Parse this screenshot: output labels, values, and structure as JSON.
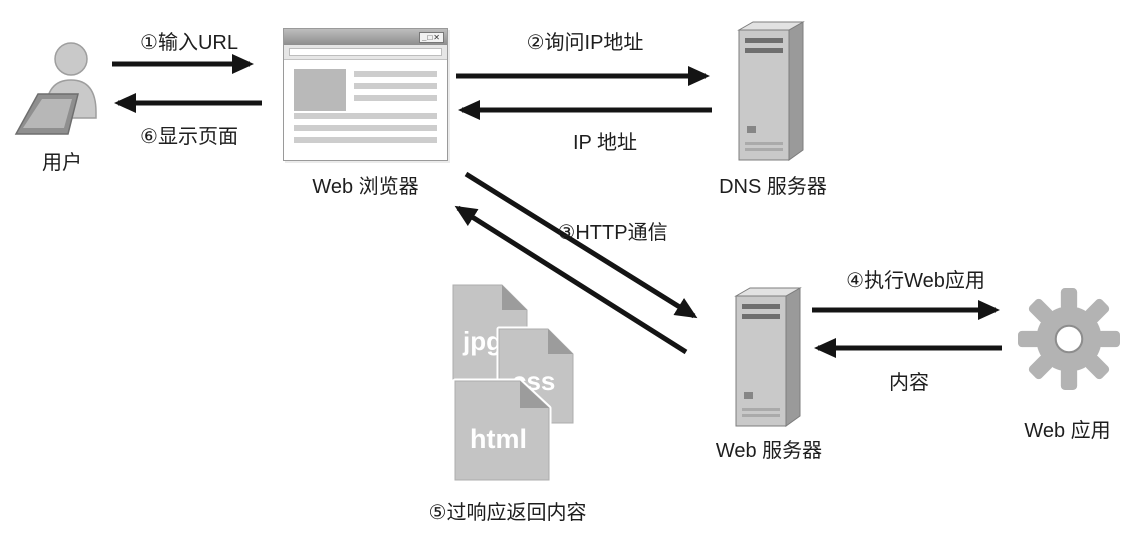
{
  "diagram": {
    "nodes": {
      "user": {
        "label": "用户"
      },
      "browser": {
        "label": "Web 浏览器",
        "controls": "_□✕"
      },
      "dns_server": {
        "label": "DNS 服务器"
      },
      "web_server": {
        "label": "Web 服务器"
      },
      "web_app": {
        "label": "Web 应用"
      }
    },
    "edges": {
      "step1": {
        "label": "①输入URL"
      },
      "step2": {
        "label": "②询问IP地址"
      },
      "step3": {
        "label": "③HTTP通信"
      },
      "step4": {
        "label": "④执行Web应用"
      },
      "step5": {
        "label": "⑤过响应返回内容"
      },
      "step6": {
        "label": "⑥显示页面"
      },
      "ip_return": {
        "label": "IP 地址"
      },
      "content_return": {
        "label": "内容"
      }
    },
    "files": [
      {
        "name": "jpg"
      },
      {
        "name": "css"
      },
      {
        "name": "html"
      }
    ],
    "colors": {
      "arrow": "#141414",
      "icon_light": "#c9c9c9",
      "icon_mid": "#9a9a9a",
      "icon_dark": "#707070",
      "text": "#1e1e1e"
    }
  }
}
